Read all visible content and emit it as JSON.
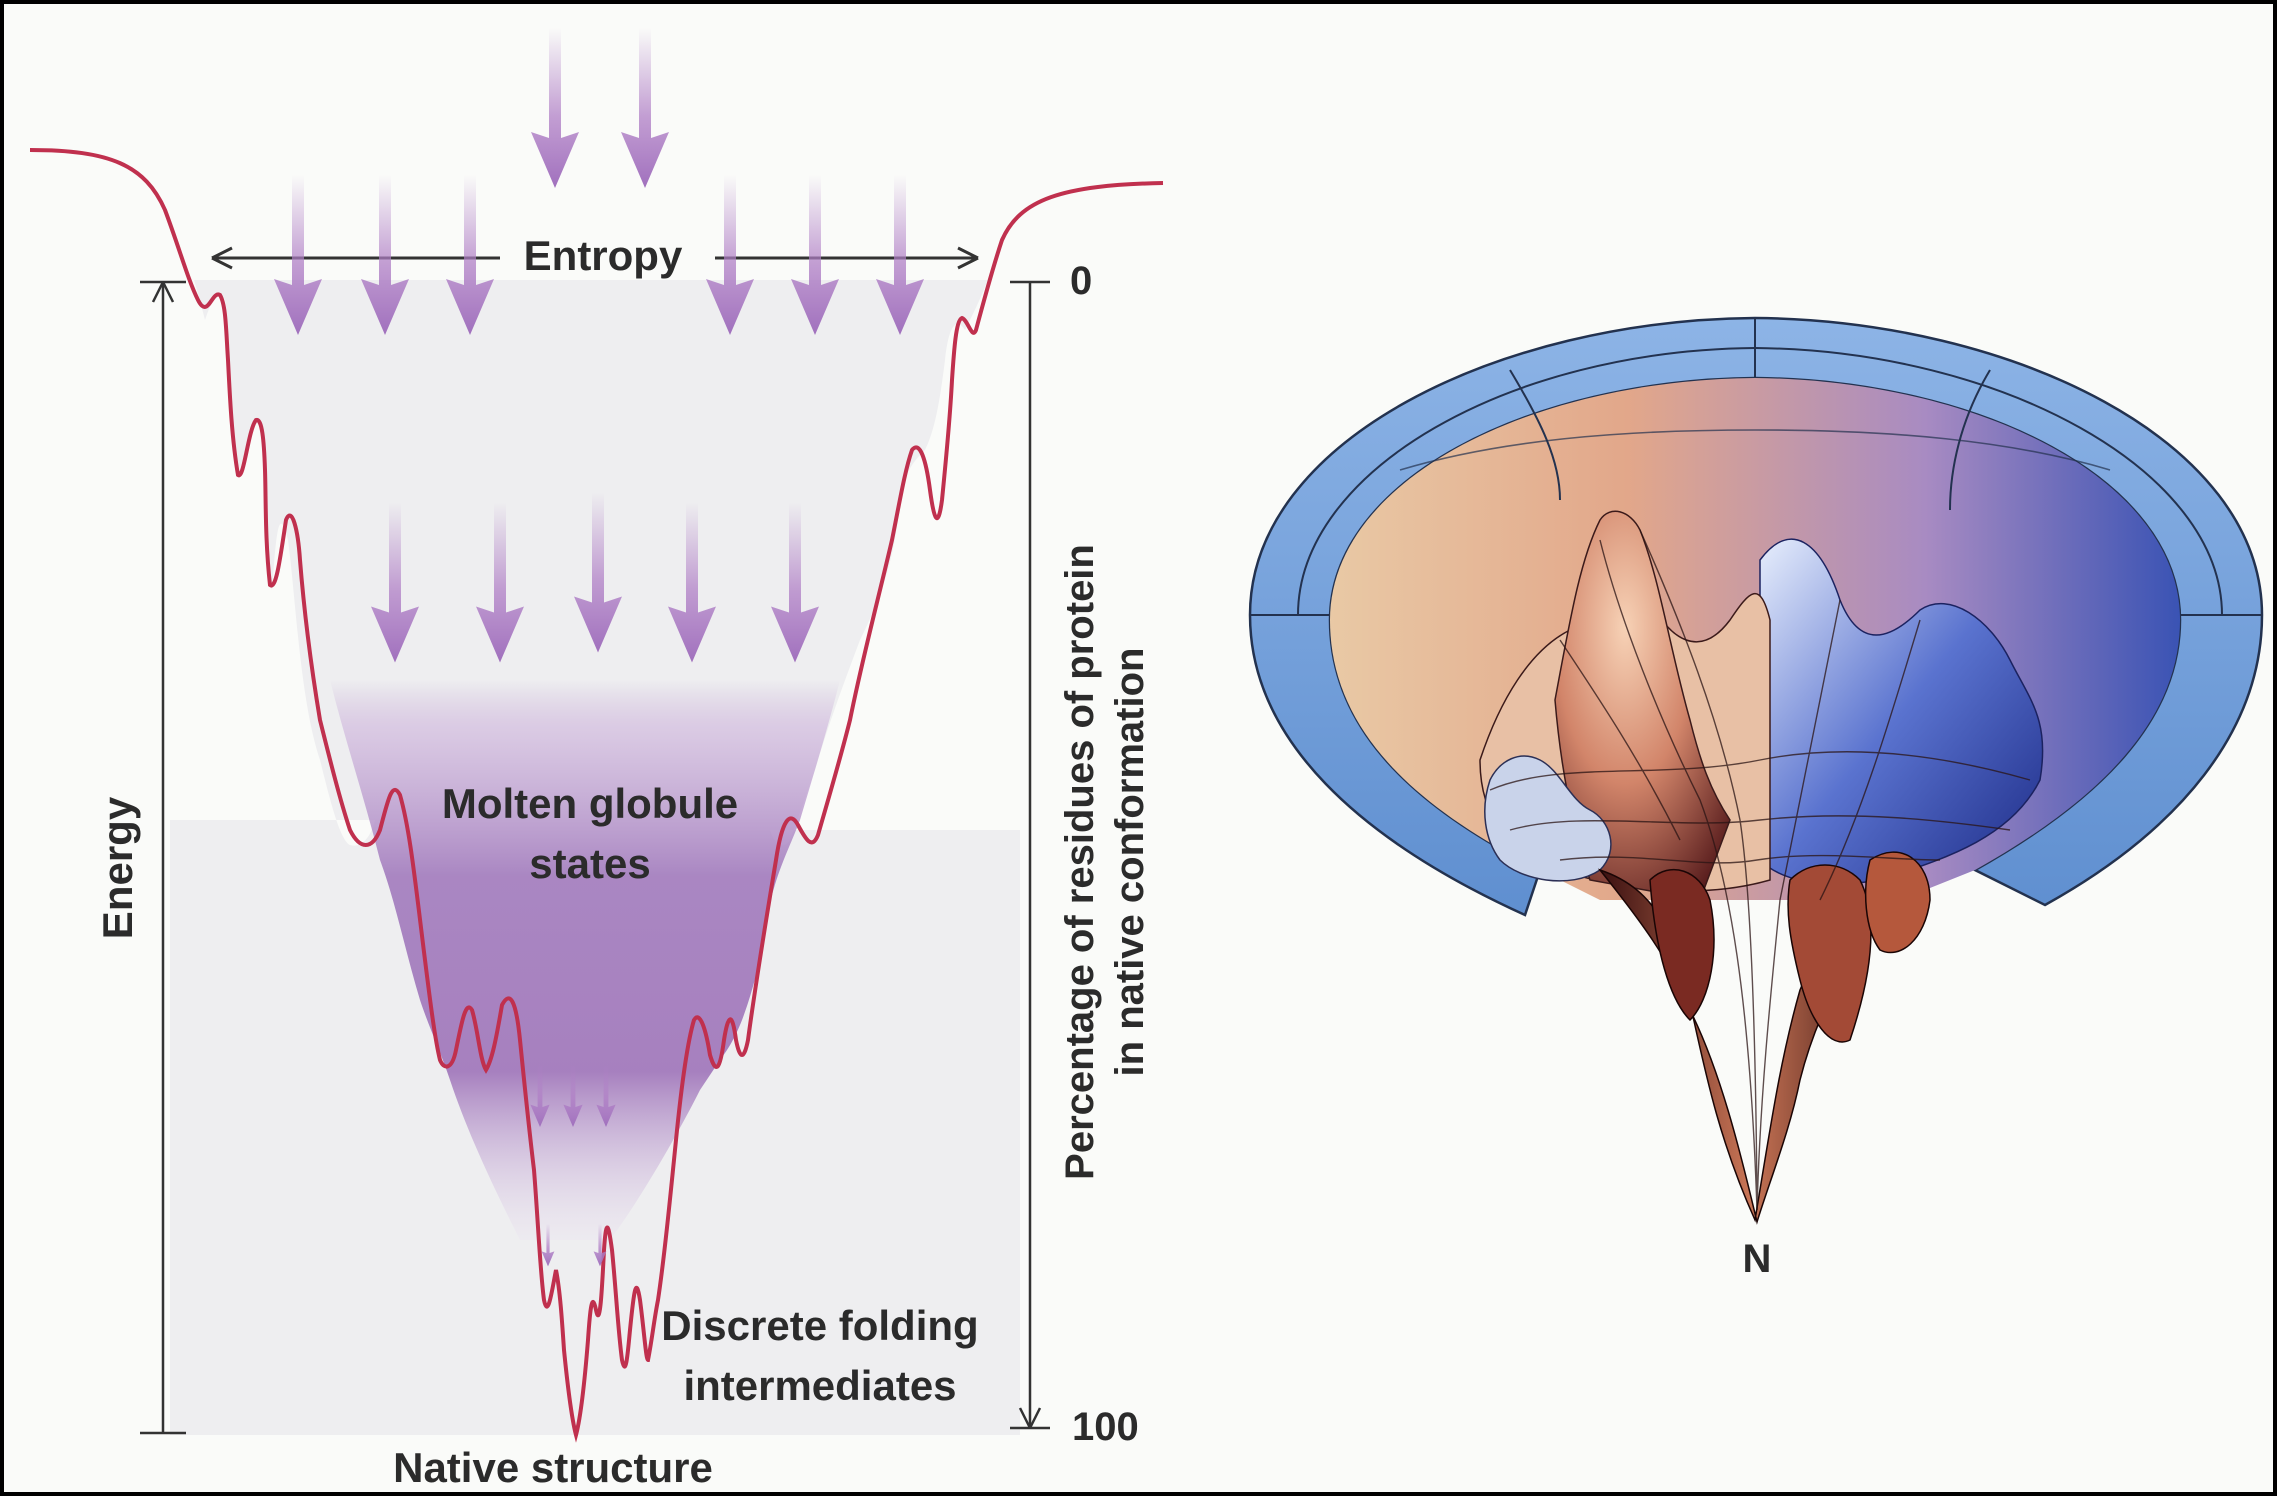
{
  "diagram": {
    "labels": {
      "entropy": "Entropy",
      "energy": "Energy",
      "percentage_line1": "Percentage of residues of protein",
      "percentage_line2": "in native conformation",
      "tick_top": "0",
      "tick_bottom": "100",
      "molten_line1": "Molten globule",
      "molten_line2": "states",
      "discrete_line1": "Discrete folding",
      "discrete_line2": "intermediates",
      "native_structure": "Native structure",
      "n_label": "N"
    },
    "colors": {
      "background": "#fafbf9",
      "funnel_curve": "#c0304e",
      "funnel_fill": "#efeff1",
      "arrow_purple": "#b07fc6",
      "molten_purple": "#9a6bb4",
      "bowl_rim": "#7fa8dc",
      "landscape_warm": "#d98e6a",
      "landscape_cool": "#2f3f9e"
    },
    "icons": [
      "double-headed-arrow-icon",
      "down-arrow-icon"
    ]
  }
}
